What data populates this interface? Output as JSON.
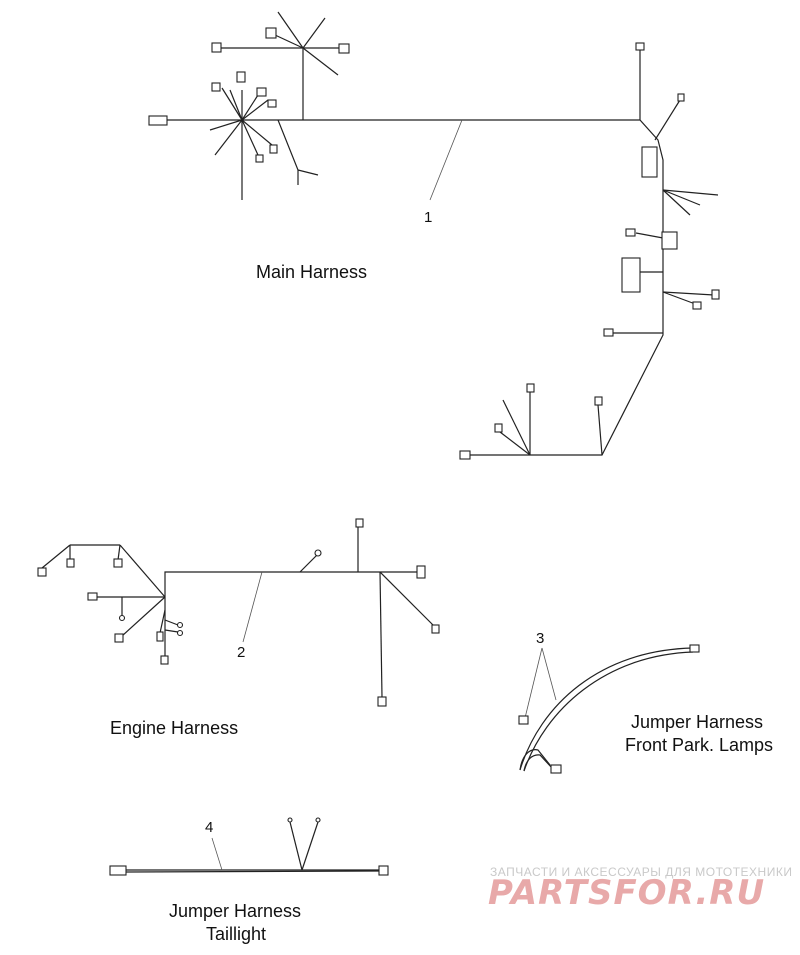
{
  "callouts": {
    "c1": "1",
    "c2": "2",
    "c3": "3",
    "c4": "4"
  },
  "titles": {
    "main": "Main Harness",
    "engine": "Engine Harness",
    "front_line1": "Jumper Harness",
    "front_line2": "Front Park. Lamps",
    "tail_line1": "Jumper Harness",
    "tail_line2": "Taillight"
  },
  "watermark": {
    "tagline": "ЗАПЧАСТИ И АКСЕССУАРЫ ДЛЯ МОТОТЕХНИКИ",
    "logo": "PARTSFOR.RU"
  },
  "colors": {
    "line": "#222222",
    "watermark_logo": "#e8a9a9",
    "watermark_text": "#c9c9c9"
  }
}
